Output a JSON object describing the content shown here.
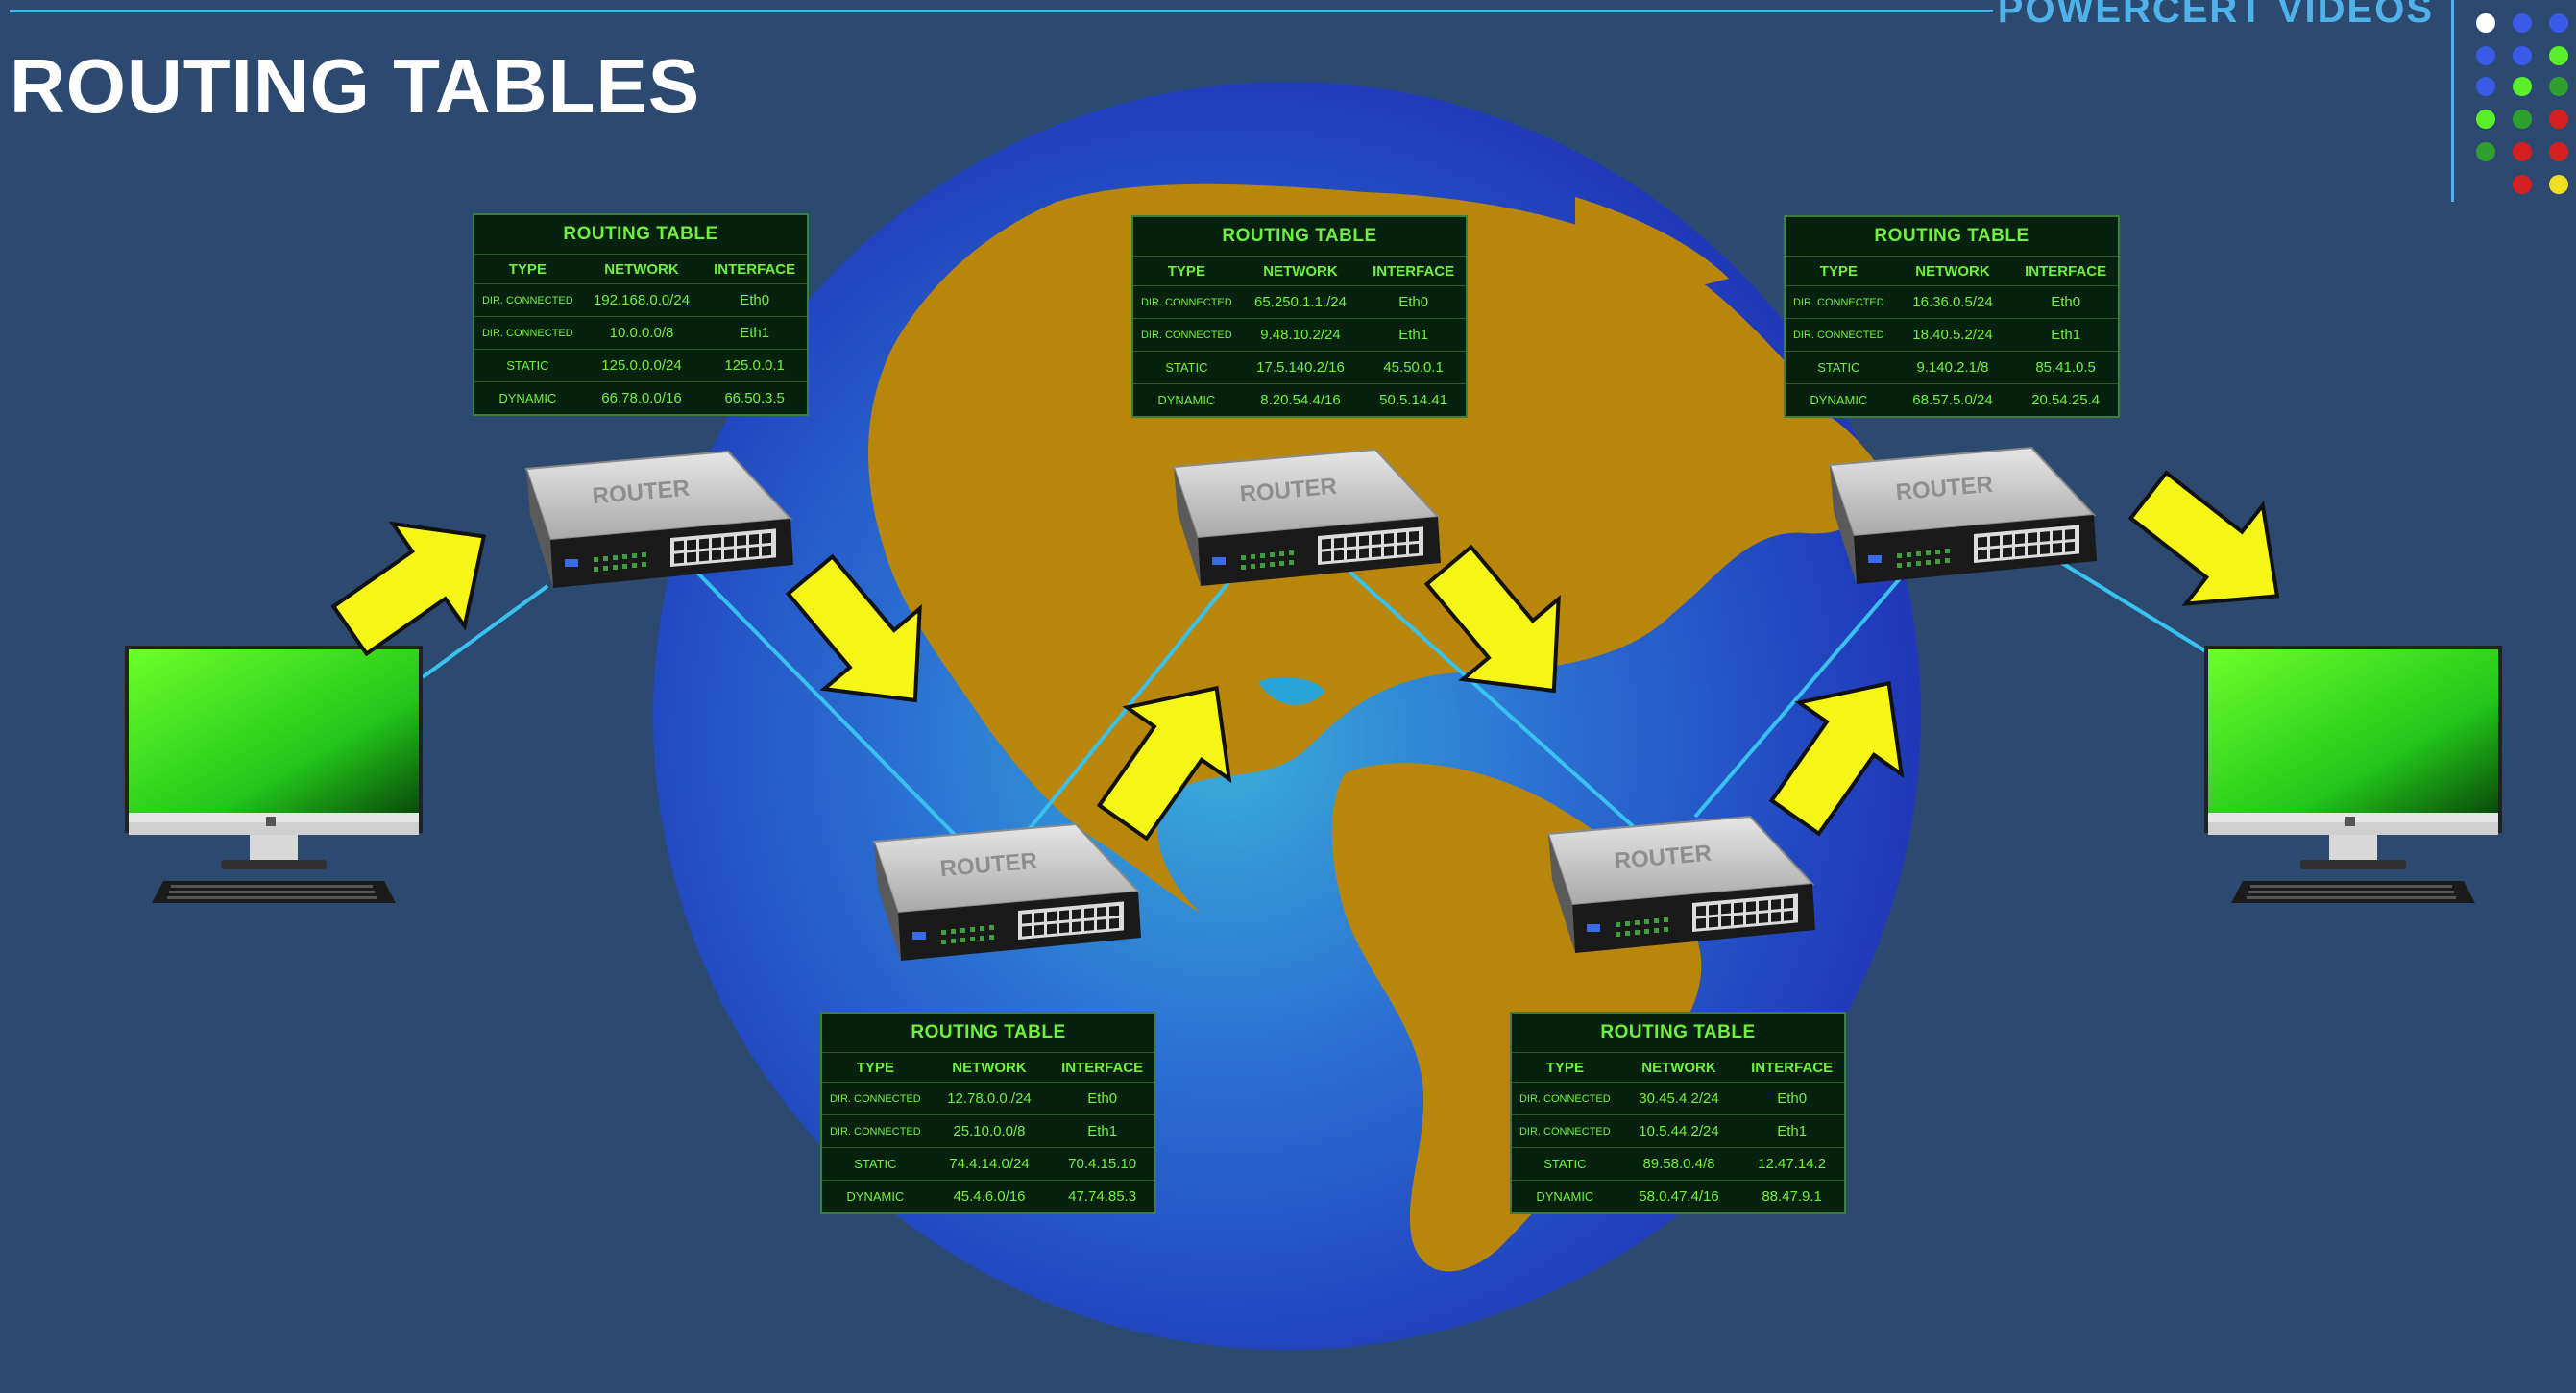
{
  "header": {
    "title": "ROUTING TABLES",
    "brand": "POWERCERT VIDEOS"
  },
  "router_label": "ROUTER",
  "routing_tables": [
    {
      "title": "ROUTING TABLE",
      "columns": [
        "TYPE",
        "NETWORK",
        "INTERFACE"
      ],
      "rows": [
        [
          "DIR. CONNECTED",
          "192.168.0.0/24",
          "Eth0"
        ],
        [
          "DIR. CONNECTED",
          "10.0.0.0/8",
          "Eth1"
        ],
        [
          "STATIC",
          "125.0.0.0/24",
          "125.0.0.1"
        ],
        [
          "DYNAMIC",
          "66.78.0.0/16",
          "66.50.3.5"
        ]
      ]
    },
    {
      "title": "ROUTING TABLE",
      "columns": [
        "TYPE",
        "NETWORK",
        "INTERFACE"
      ],
      "rows": [
        [
          "DIR. CONNECTED",
          "65.250.1.1./24",
          "Eth0"
        ],
        [
          "DIR. CONNECTED",
          "9.48.10.2/24",
          "Eth1"
        ],
        [
          "STATIC",
          "17.5.140.2/16",
          "45.50.0.1"
        ],
        [
          "DYNAMIC",
          "8.20.54.4/16",
          "50.5.14.41"
        ]
      ]
    },
    {
      "title": "ROUTING TABLE",
      "columns": [
        "TYPE",
        "NETWORK",
        "INTERFACE"
      ],
      "rows": [
        [
          "DIR. CONNECTED",
          "16.36.0.5/24",
          "Eth0"
        ],
        [
          "DIR. CONNECTED",
          "18.40.5.2/24",
          "Eth1"
        ],
        [
          "STATIC",
          "9.140.2.1/8",
          "85.41.0.5"
        ],
        [
          "DYNAMIC",
          "68.57.5.0/24",
          "20.54.25.4"
        ]
      ]
    },
    {
      "title": "ROUTING TABLE",
      "columns": [
        "TYPE",
        "NETWORK",
        "INTERFACE"
      ],
      "rows": [
        [
          "DIR. CONNECTED",
          "12.78.0.0./24",
          "Eth0"
        ],
        [
          "DIR. CONNECTED",
          "25.10.0.0/8",
          "Eth1"
        ],
        [
          "STATIC",
          "74.4.14.0/24",
          "70.4.15.10"
        ],
        [
          "DYNAMIC",
          "45.4.6.0/16",
          "47.74.85.3"
        ]
      ]
    },
    {
      "title": "ROUTING TABLE",
      "columns": [
        "TYPE",
        "NETWORK",
        "INTERFACE"
      ],
      "rows": [
        [
          "DIR. CONNECTED",
          "30.45.4.2/24",
          "Eth0"
        ],
        [
          "DIR. CONNECTED",
          "10.5.44.2/24",
          "Eth1"
        ],
        [
          "STATIC",
          "89.58.0.4/8",
          "12.47.14.2"
        ],
        [
          "DYNAMIC",
          "58.0.47.4/16",
          "88.47.9.1"
        ]
      ]
    }
  ],
  "colors": {
    "background": "#2c4a70",
    "accent": "#4fb2ea",
    "table_text": "#6ff03e",
    "arrow": "#f5f518",
    "ocean": "#2a6ed0",
    "land": "#b8860b"
  }
}
